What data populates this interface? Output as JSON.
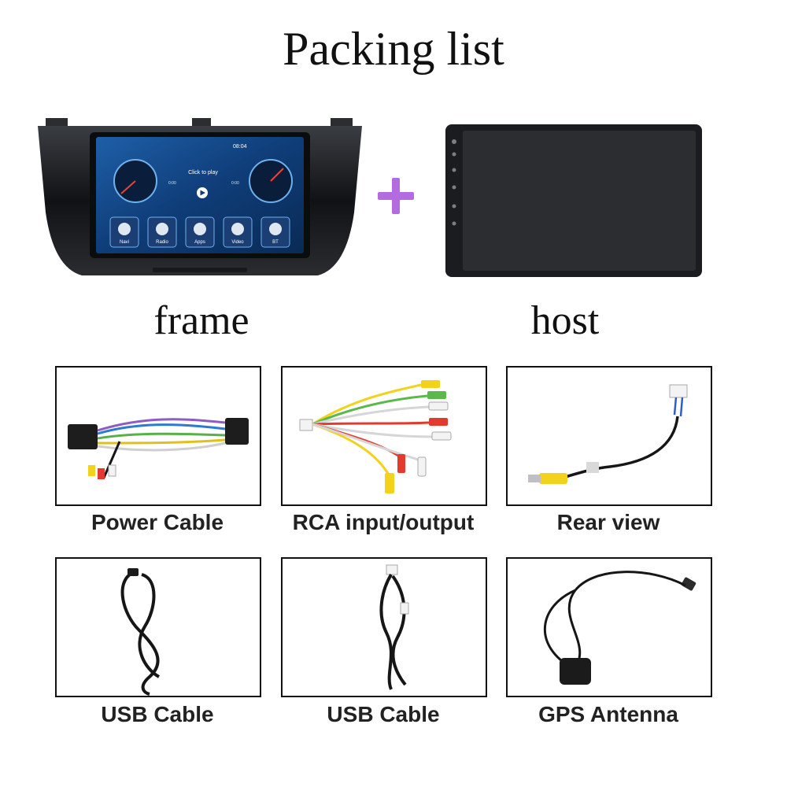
{
  "title": "Packing list",
  "labels": {
    "frame": "frame",
    "host": "host"
  },
  "screen": {
    "time": "08:04",
    "click_to_play": "Click to play",
    "time_start": "0:00",
    "time_end": "0:00",
    "apps": [
      "Navi",
      "Radio",
      "Apps",
      "Video",
      "BT"
    ]
  },
  "items": [
    {
      "caption": "Power Cable"
    },
    {
      "caption": "RCA input/output"
    },
    {
      "caption": "Rear view"
    },
    {
      "caption": "USB Cable"
    },
    {
      "caption": "USB Cable"
    },
    {
      "caption": "GPS Antenna"
    }
  ],
  "colors": {
    "plus": "#b46be0",
    "rca_yellow": "#f2d21c",
    "rca_red": "#e23a2e",
    "rca_white": "#f3f3f3",
    "rca_green": "#5cb84a",
    "cable_black": "#161616"
  }
}
